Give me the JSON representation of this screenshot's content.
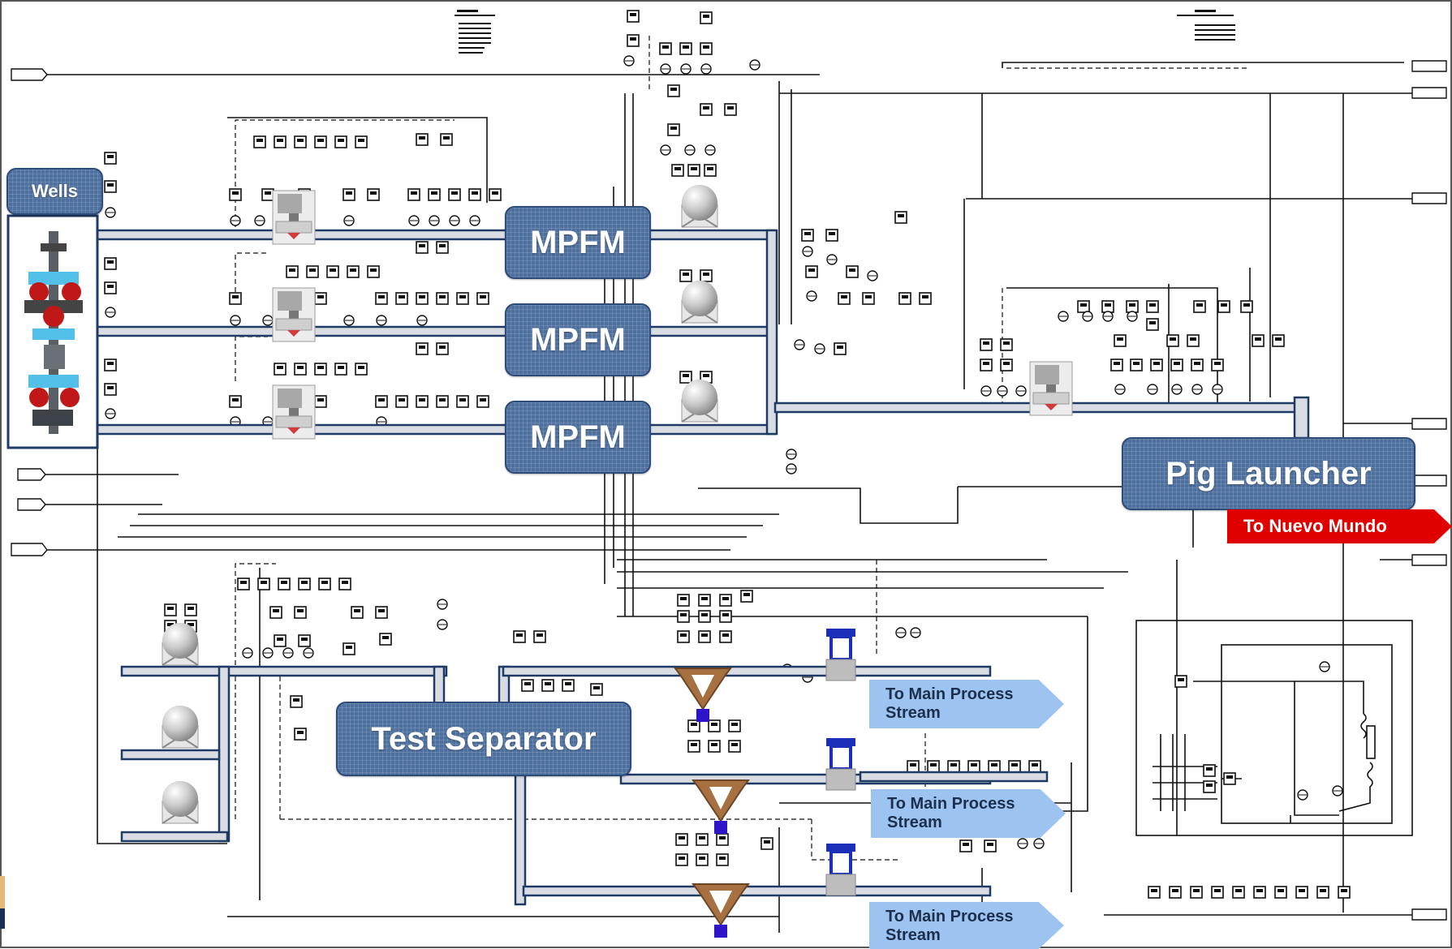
{
  "labels": {
    "wells": "Wells",
    "mpfm_1": "MPFM",
    "mpfm_2": "MPFM",
    "mpfm_3": "MPFM",
    "test_separator": "Test Separator",
    "pig_launcher": "Pig Launcher",
    "to_nuevo_mundo": "To Nuevo  Mundo",
    "to_main_1": "To Main Process Stream",
    "to_main_2": "To Main Process Stream",
    "to_main_3": "To Main Process Stream"
  },
  "colors": {
    "line": "#111111",
    "pipe_outline": "#1f3a64",
    "pipe_fill": "#d9dde3",
    "highlight_box": "#4e709e",
    "arrow_blue": "#9dc3f0",
    "arrow_red": "#e10000"
  },
  "icons": [
    "wellhead-christmas-tree-icon",
    "control-valve-icon",
    "gauge-sphere-icon",
    "choke-valve-icon",
    "blue-actuator-valve-icon",
    "instrument-bubble-icon"
  ]
}
